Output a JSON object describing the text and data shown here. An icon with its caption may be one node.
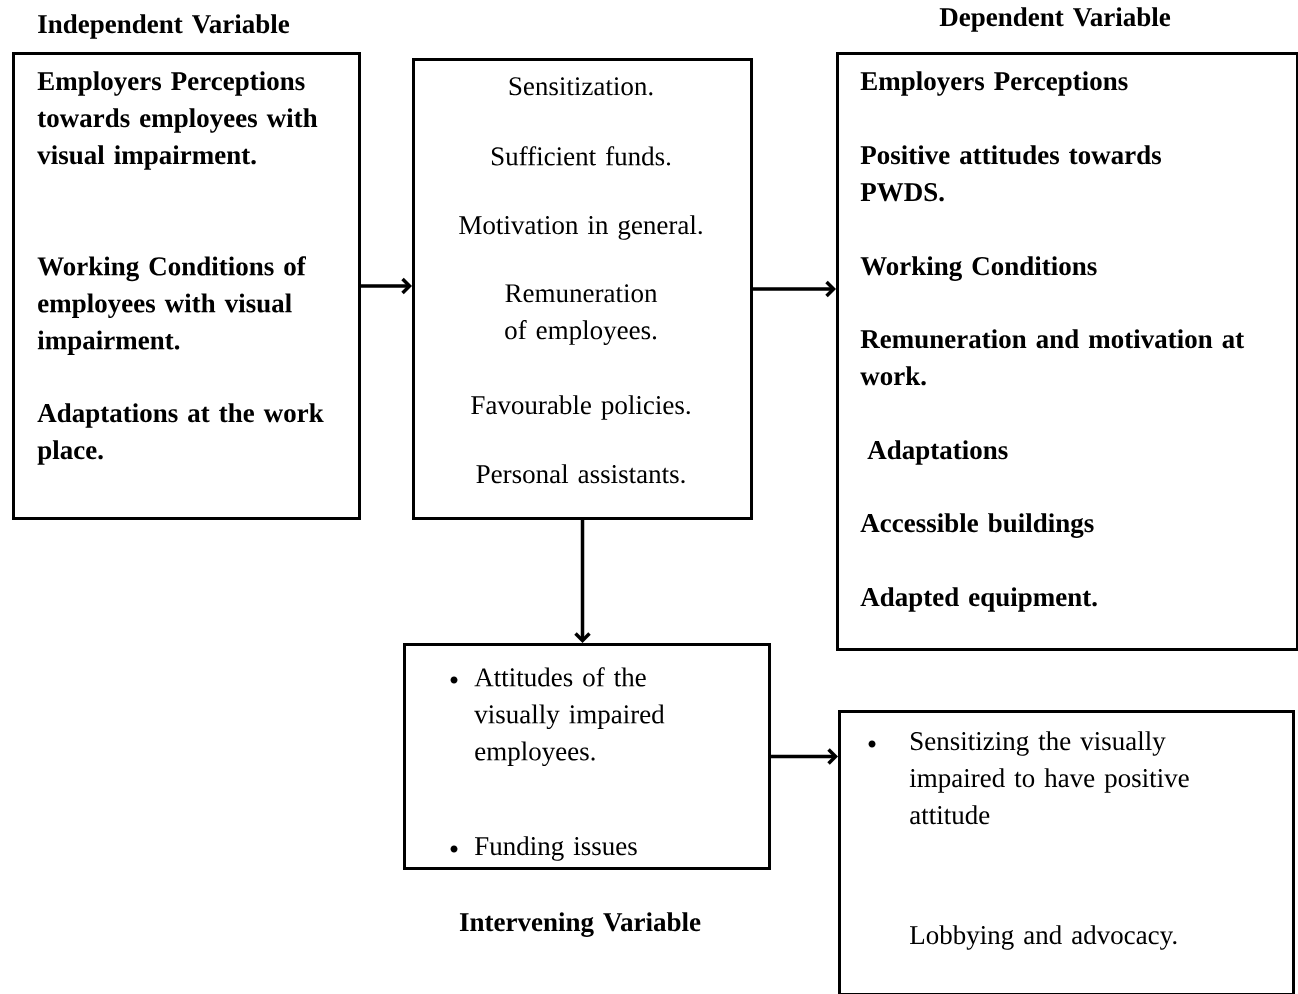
{
  "diagram": {
    "nodes": [
      {
        "text": [
          "Independent Variable",
          "Employers Perceptions towards employees with visual impairment.",
          "Working Conditions of employees with visual impairment.",
          "Adaptations at the work place."
        ]
      },
      {
        "text": [
          "Sensitization.",
          "Sufficient funds.",
          "Motivation in general.",
          "Remuneration of employees.",
          "Favourable policies.",
          "Personal assistants."
        ]
      },
      {
        "text": [
          "Dependent Variable",
          "Employers Perceptions",
          "Positive attitudes towards PWDS.",
          "Working Conditions",
          "Remuneration and motivation at work.",
          "Adaptations",
          "Accessible buildings",
          "Adapted equipment."
        ]
      },
      {
        "text": [
          "Attitudes of the visually impaired employees.",
          "Funding issues",
          "Intervening Variable"
        ]
      },
      {
        "text": [
          "Sensitizing the visually impaired to have positive attitude",
          "Lobbying and advocacy."
        ]
      }
    ],
    "edges": [
      {
        "from": 0,
        "to": 1,
        "arrow": "to"
      },
      {
        "from": 1,
        "to": 2,
        "arrow": "to"
      },
      {
        "from": 1,
        "to": 3,
        "arrow": "to"
      },
      {
        "from": 3,
        "to": 4,
        "arrow": "to"
      }
    ]
  }
}
